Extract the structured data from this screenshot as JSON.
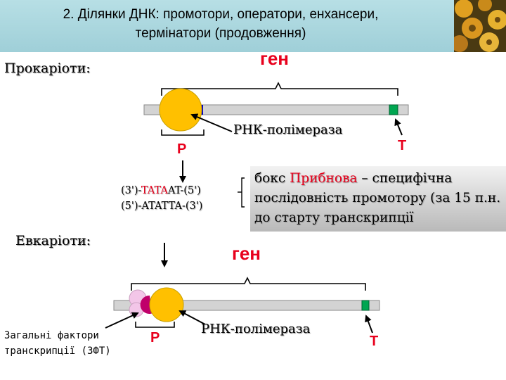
{
  "title": {
    "line1": "2. Ділянки ДНК: промотори, оператори, енхансери,",
    "line2": "термінатори (продовження)"
  },
  "prokaryotes": {
    "label": "Прокаріоти:",
    "gene_label": "ген",
    "promoter_label": "P",
    "terminator_label": "T",
    "polymerase_label": "РНК-полімераза",
    "sequence": {
      "line1_prefix": "(3')-",
      "line1_highlight": "TATA",
      "line1_suffix": "AT-(5')",
      "line2": "(5')-ATATTA-(3')"
    },
    "pribnow_box": {
      "prefix": "бокс ",
      "highlight": "Прибнова",
      "rest": " – специфічна послідовність промотору (за 15 п.н. до старту транскрипції"
    }
  },
  "eukaryotes": {
    "label": "Евкаріоти:",
    "gene_label": "ген",
    "promoter_label": "P",
    "terminator_label": "T",
    "polymerase_label": "РНК-полімераза",
    "factors_label_line1": "Загальні фактори",
    "factors_label_line2": "транскрипції (ЗФТ)"
  },
  "colors": {
    "header_bg": "#a9d7df",
    "accent_red": "#e8001c",
    "dna_bar": "#d3d3d3",
    "polymerase": "#ffc000",
    "terminator": "#00a651",
    "promoter_site": "#0000cc",
    "factor_magenta": "#c0006a",
    "factor_pink": "#f3c6e8"
  }
}
